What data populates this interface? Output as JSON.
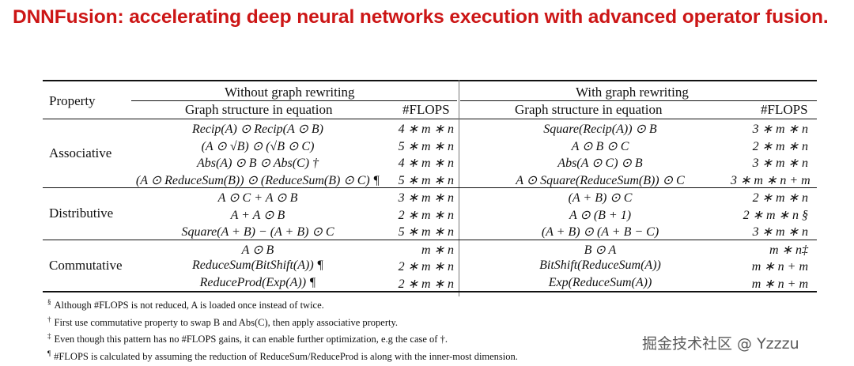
{
  "title": "DNNFusion: accelerating deep neural networks execution with advanced operator fusion.",
  "table": {
    "property_header": "Property",
    "left_group": "Without graph rewriting",
    "right_group": "With graph rewriting",
    "struct_header": "Graph structure in equation",
    "flops_header": "#FLOPS",
    "groups": [
      {
        "name": "Associative",
        "rows": [
          {
            "left": "Recip(A) ⊙ Recip(A ⊙ B)",
            "left_flops": "4 ∗ m ∗ n",
            "right": "Square(Recip(A)) ⊙ B",
            "right_flops": "3 ∗ m ∗ n"
          },
          {
            "left": "(A ⊙ √B) ⊙ (√B ⊙ C)",
            "left_flops": "5 ∗ m ∗ n",
            "right": "A ⊙ B ⊙ C",
            "right_flops": "2 ∗ m ∗ n"
          },
          {
            "left": "Abs(A) ⊙ B ⊙ Abs(C) †",
            "left_flops": "4 ∗ m ∗ n",
            "right": "Abs(A ⊙ C) ⊙ B",
            "right_flops": "3 ∗ m ∗ n"
          },
          {
            "left": "(A ⊙ ReduceSum(B)) ⊙ (ReduceSum(B) ⊙ C) ¶",
            "left_flops": "5 ∗ m ∗ n",
            "right": "A ⊙ Square(ReduceSum(B)) ⊙ C",
            "right_flops": "3 ∗ m ∗ n + m"
          }
        ]
      },
      {
        "name": "Distributive",
        "rows": [
          {
            "left": "A ⊙ C + A ⊙ B",
            "left_flops": "3 ∗ m ∗ n",
            "right": "(A + B) ⊙ C",
            "right_flops": "2 ∗ m ∗ n"
          },
          {
            "left": "A + A ⊙ B",
            "left_flops": "2 ∗ m ∗ n",
            "right": "A ⊙ (B + 1)",
            "right_flops": "2 ∗ m ∗ n §"
          },
          {
            "left": "Square(A + B) − (A + B) ⊙ C",
            "left_flops": "5 ∗ m ∗ n",
            "right": "(A + B) ⊙ (A + B − C)",
            "right_flops": "3 ∗ m ∗ n"
          }
        ]
      },
      {
        "name": "Commutative",
        "rows": [
          {
            "left": "A ⊙ B",
            "left_flops": "m ∗ n",
            "right": "B ⊙ A",
            "right_flops": "m ∗ n‡"
          },
          {
            "left": "ReduceSum(BitShift(A)) ¶",
            "left_flops": "2 ∗ m ∗ n",
            "right": "BitShift(ReduceSum(A))",
            "right_flops": "m ∗ n + m"
          },
          {
            "left": "ReduceProd(Exp(A)) ¶",
            "left_flops": "2 ∗ m ∗ n",
            "right": "Exp(ReduceSum(A))",
            "right_flops": "m ∗ n + m"
          }
        ]
      }
    ]
  },
  "footnotes": [
    {
      "mark": "§",
      "text": "Although #FLOPS is not reduced, A is loaded once instead of twice."
    },
    {
      "mark": "†",
      "text": "First use commutative property to swap B and Abs(C), then apply associative property."
    },
    {
      "mark": "‡",
      "text": "Even though this pattern has no #FLOPS gains, it can enable further optimization, e.g the case of †."
    },
    {
      "mark": "¶",
      "text": "#FLOPS is calculated by assuming the reduction of ReduceSum/ReduceProd is along with the inner-most dimension."
    }
  ],
  "watermark": "掘金技术社区 @ Yzzzu"
}
